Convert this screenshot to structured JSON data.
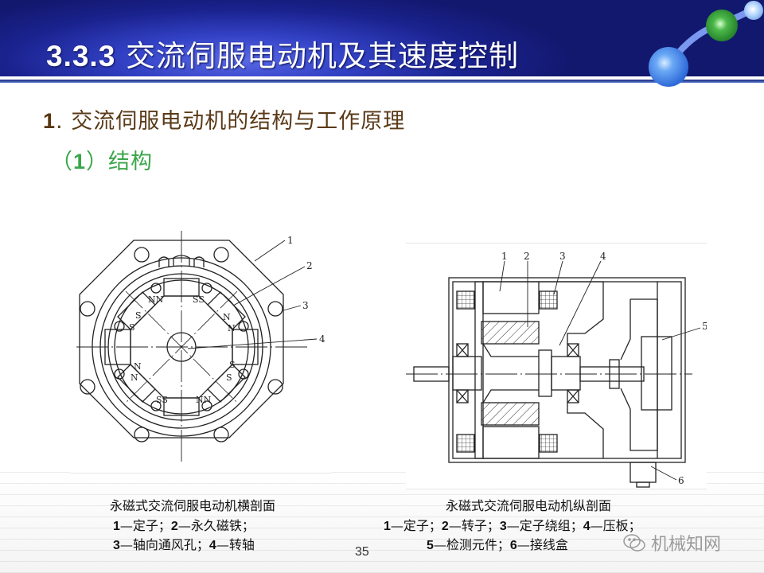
{
  "header": {
    "section_number": "3.3.3",
    "title": "交流伺服电动机及其速度控制",
    "background_color": "#1a228e",
    "decoration": "molecule-icon"
  },
  "heading1": {
    "number": "1",
    "separator": ".",
    "text": "交流伺服电动机的结构与工作原理",
    "color": "#5a3a18"
  },
  "heading2": {
    "open": "（",
    "number": "1",
    "close": "）",
    "text": "结构",
    "color": "#3aa64a"
  },
  "figure_left": {
    "caption": "永磁式交流伺服电动机横剖面",
    "callouts": [
      "1",
      "2",
      "3",
      "4"
    ],
    "pole_labels": [
      "NN",
      "SS",
      "N",
      "N",
      "S",
      "S",
      "N",
      "N",
      "S",
      "S",
      "SS",
      "NN"
    ],
    "legend_line1": [
      {
        "num": "1",
        "text": "—定子；"
      },
      {
        "num": "2",
        "text": "—永久磁铁；"
      }
    ],
    "legend_line2": [
      {
        "num": "3",
        "text": "—轴向通风孔；"
      },
      {
        "num": "4",
        "text": "—转轴"
      }
    ]
  },
  "figure_right": {
    "caption": "永磁式交流伺服电动机纵剖面",
    "callouts": [
      "1",
      "2",
      "3",
      "4",
      "5",
      "6"
    ],
    "legend_line1": [
      {
        "num": "1",
        "text": "—定子；"
      },
      {
        "num": "2",
        "text": "—转子；"
      },
      {
        "num": "3",
        "text": "—定子绕组；"
      },
      {
        "num": "4",
        "text": "—压板；"
      }
    ],
    "legend_line2": [
      {
        "num": "5",
        "text": "—检测元件；"
      },
      {
        "num": "6",
        "text": "—接线盒"
      }
    ]
  },
  "page_number": "35",
  "watermark": {
    "icon": "wechat-icon",
    "text": "机械知网"
  }
}
